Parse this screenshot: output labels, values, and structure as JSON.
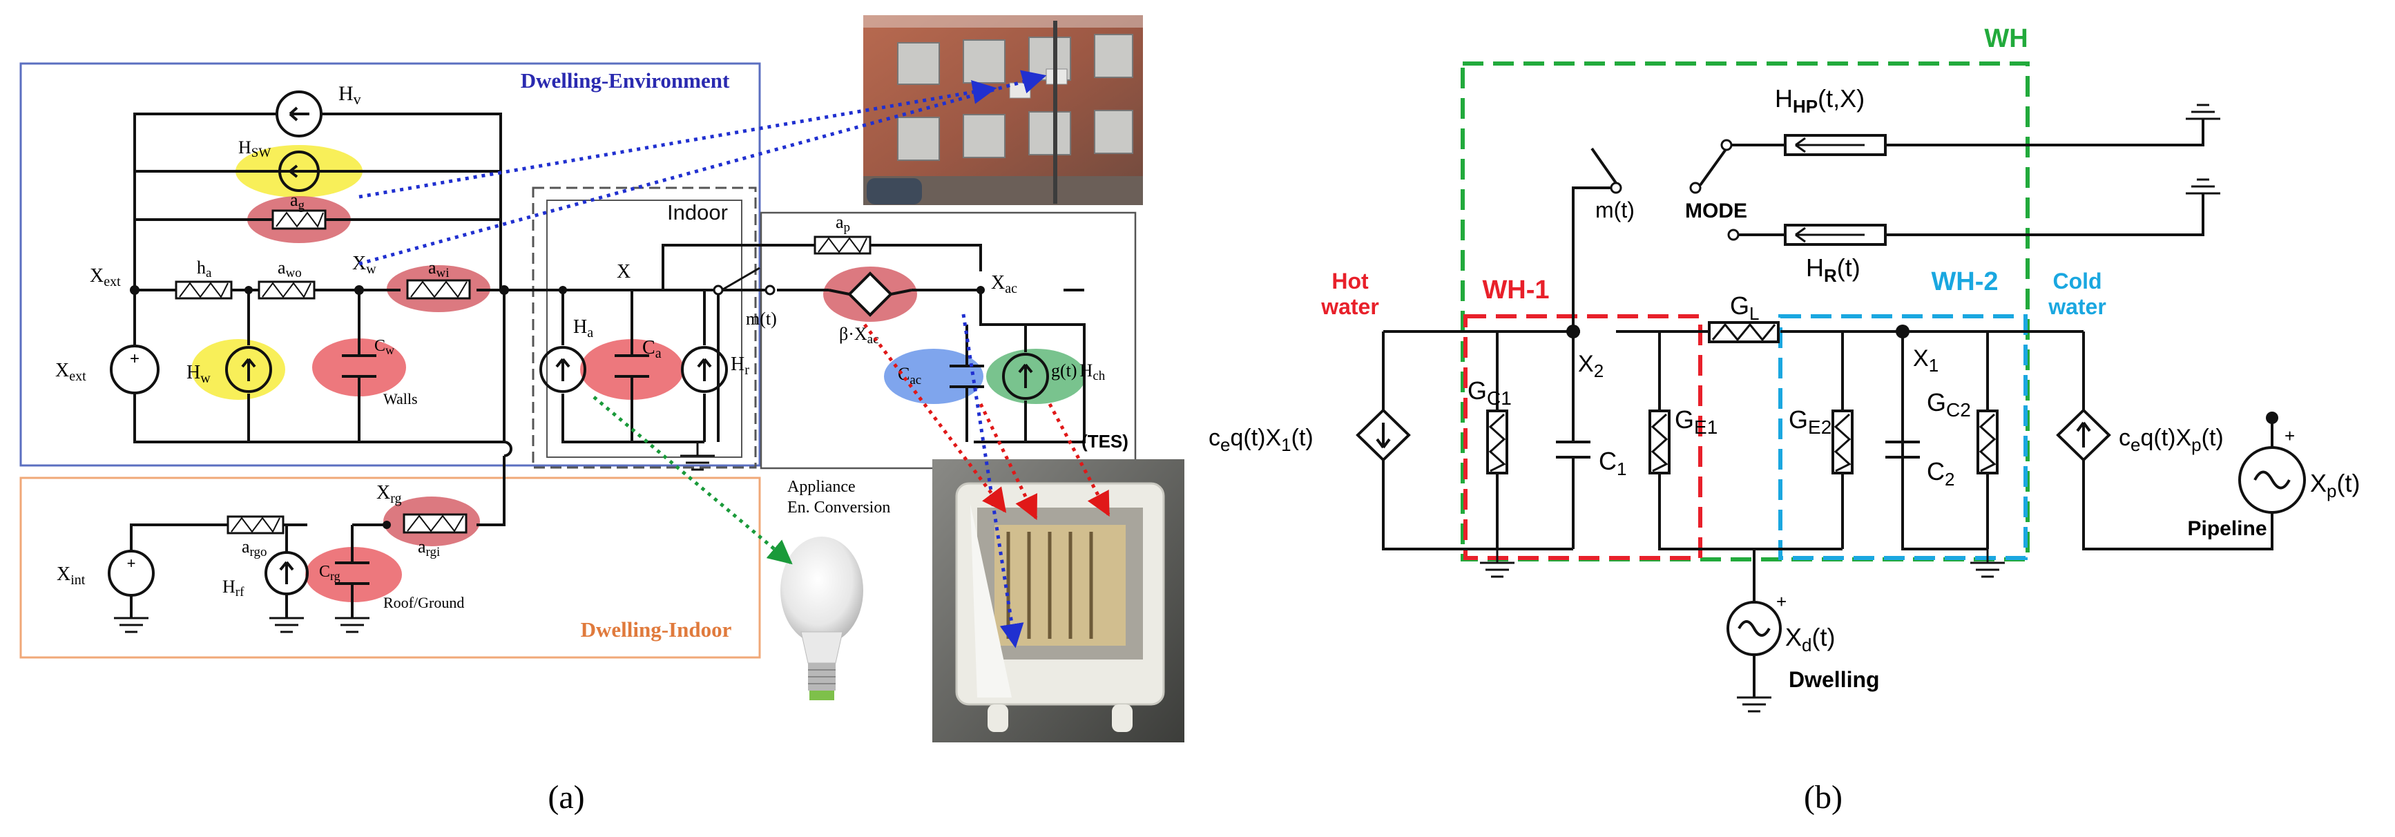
{
  "panel_a": {
    "caption": "(a)",
    "sections": {
      "dwelling_environment": "Dwelling-Environment",
      "dwelling_indoor": "Dwelling-Indoor",
      "indoor": "Indoor",
      "appliance_line1": "Appliance",
      "appliance_line2": "En. Conversion",
      "tes": "(TES)",
      "walls": "Walls",
      "roof_ground": "Roof/Ground"
    },
    "labels": {
      "hv": "H",
      "hv_sub": "v",
      "hsw": "H",
      "hsw_sub": "SW",
      "ag": "a",
      "ag_sub": "g",
      "xext": "X",
      "xext_sub": "ext",
      "ha_res": "h",
      "ha_res_sub": "a",
      "awo": "a",
      "awo_sub": "wo",
      "xw": "X",
      "xw_sub": "w",
      "awi": "a",
      "awi_sub": "wi",
      "x": "X",
      "xext2": "X",
      "xext2_sub": "ext",
      "hw": "H",
      "hw_sub": "w",
      "cw": "C",
      "cw_sub": "w",
      "ha": "H",
      "ha_sub": "a",
      "ca": "C",
      "ca_sub": "a",
      "hr": "H",
      "hr_sub": "r",
      "mt": "m(t)",
      "ap": "a",
      "ap_sub": "p",
      "beta": "β·X",
      "beta_sub": "ac",
      "xac": "X",
      "xac_sub": "ac",
      "cac": "C",
      "cac_sub": "ac",
      "gt": "g(t)",
      "hch": "H",
      "hch_sub": "ch",
      "xrg": "X",
      "xrg_sub": "rg",
      "xint": "X",
      "xint_sub": "int",
      "argo": "a",
      "argo_sub": "rgo",
      "argi": "a",
      "argi_sub": "rgi",
      "hrf": "H",
      "hrf_sub": "rf",
      "crg": "C",
      "crg_sub": "rg"
    }
  },
  "panel_b": {
    "caption": "(b)",
    "labels": {
      "wh": "WH",
      "wh1": "WH-1",
      "wh2": "WH-2",
      "hot_water_1": "Hot",
      "hot_water_2": "water",
      "cold_water_1": "Cold",
      "cold_water_2": "water",
      "hhp": "H",
      "hhp_sub": "HP",
      "hhp_args": "(t,X)",
      "hr": "H",
      "hr_sub": "R",
      "hr_args": "(t)",
      "mode": "MODE",
      "mt": "m(t)",
      "gl": "G",
      "gl_sub": "L",
      "x2": "X",
      "x2_sub": "2",
      "x1": "X",
      "x1_sub": "1",
      "gc1": "G",
      "gc1_sub": "C1",
      "c1": "C",
      "c1_sub": "1",
      "ge1": "G",
      "ge1_sub": "E1",
      "ge2": "G",
      "ge2_sub": "E2",
      "gc2": "G",
      "gc2_sub": "C2",
      "c2": "C",
      "c2_sub": "2",
      "left_src_a": "c",
      "left_src_b": "e",
      "left_src_c": "q(t)X",
      "left_src_d": "1",
      "left_src_e": "(t)",
      "right_src_a": "c",
      "right_src_b": "e",
      "right_src_c": "q(t)X",
      "right_src_d": "p",
      "right_src_e": "(t)",
      "xp": "X",
      "xp_sub": "p",
      "xp_args": "(t)",
      "pipeline": "Pipeline",
      "xd": "X",
      "xd_sub": "d",
      "xd_args": "(t)",
      "dwelling": "Dwelling",
      "plus": "+"
    }
  },
  "colors": {
    "blue_box": "#5b6fc0",
    "orange_box": "#f0a878",
    "green_dash": "#22aa3c",
    "red_dash": "#e8202a",
    "cyan_dash": "#1aa7e0",
    "yellow_hl": "#f7ec3c",
    "red_hl": "#e8565c",
    "green_hl": "#62b87a",
    "blue_hl": "#5f8fe8",
    "dwelling_env_text": "#2a2ab0",
    "dwelling_indoor_text": "#e07a3c",
    "hot_water": "#e8202a",
    "cold_water": "#1aa7e0",
    "wh": "#22aa3c"
  }
}
